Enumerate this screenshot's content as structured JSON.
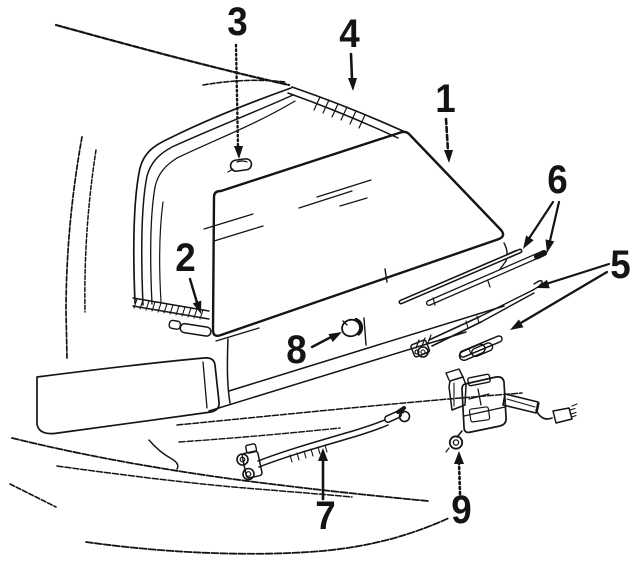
{
  "diagram": {
    "background_color": "#ffffff",
    "line_color": "#141414",
    "callouts": [
      {
        "label": "1"
      },
      {
        "label": "2"
      },
      {
        "label": "3"
      },
      {
        "label": "4"
      },
      {
        "label": "5"
      },
      {
        "label": "6"
      },
      {
        "label": "7"
      },
      {
        "label": "8"
      },
      {
        "label": "9"
      }
    ]
  }
}
